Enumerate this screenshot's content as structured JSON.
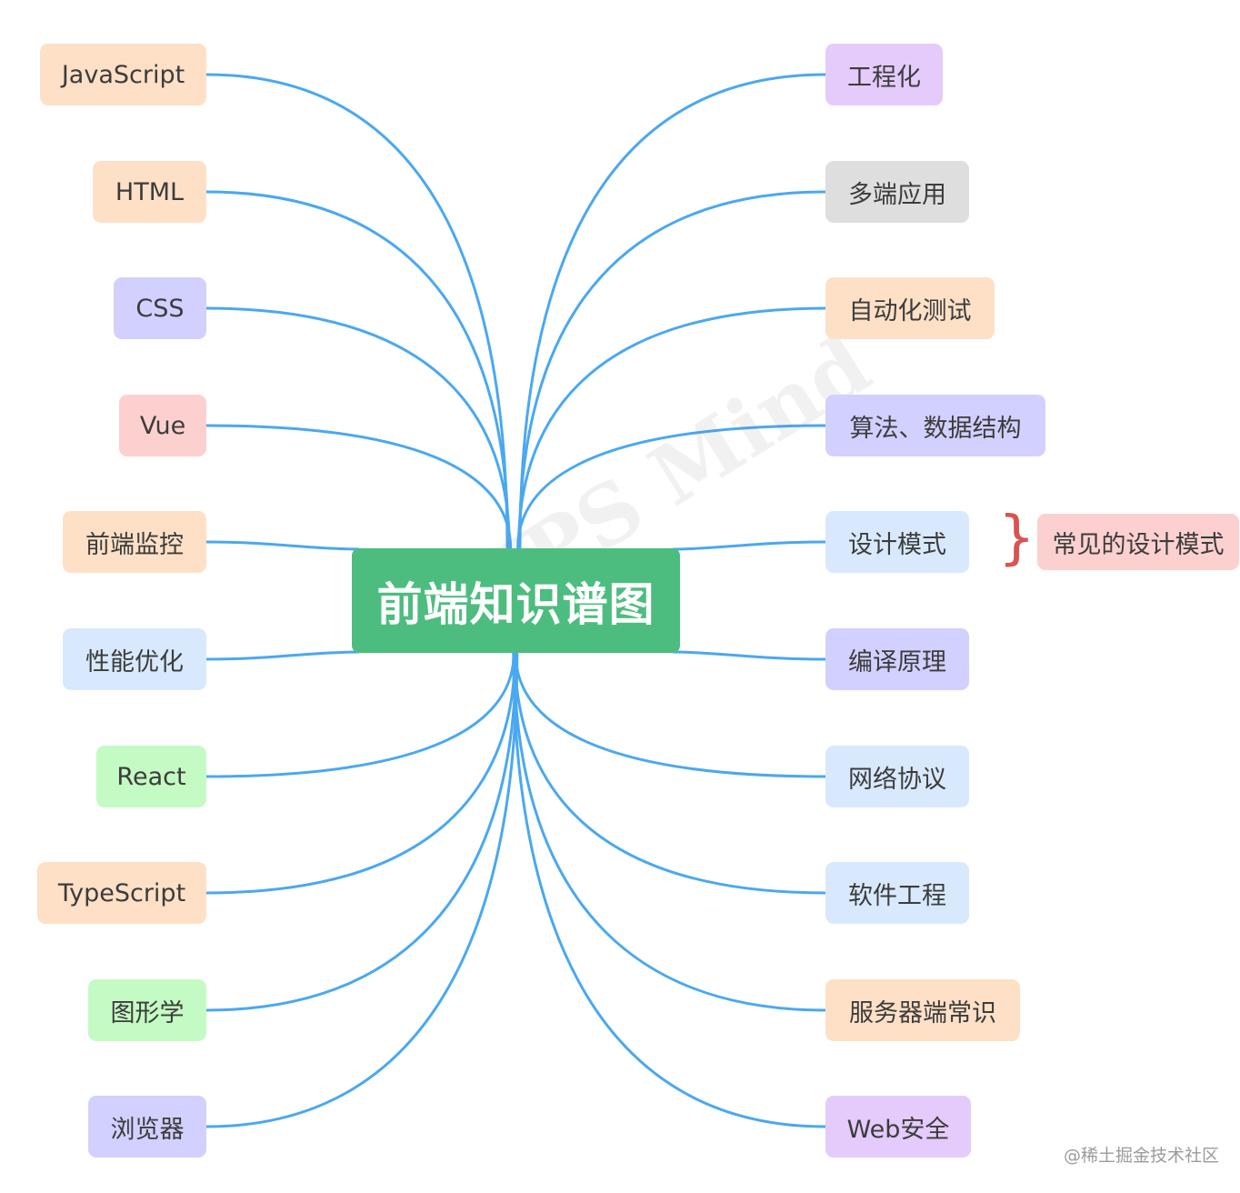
{
  "center": {
    "label": "前端知识谱图"
  },
  "watermark": {
    "text": "WPS Mind"
  },
  "colors": {
    "line": "#4aa8f0",
    "orange": "#fde0c6",
    "purple": "#e4cbfb",
    "gray": "#dedede",
    "lavender": "#d2d0ff",
    "pink": "#fdd0d0",
    "blue": "#d8e9fd",
    "green": "#c4fac3",
    "center": "#4dbd7f"
  },
  "left_nodes": [
    {
      "label": "JavaScript",
      "color": "orange"
    },
    {
      "label": "HTML",
      "color": "orange"
    },
    {
      "label": "CSS",
      "color": "lavender"
    },
    {
      "label": "Vue",
      "color": "pink"
    },
    {
      "label": "前端监控",
      "color": "orange"
    },
    {
      "label": "性能优化",
      "color": "blue"
    },
    {
      "label": "React",
      "color": "green"
    },
    {
      "label": "TypeScript",
      "color": "orange"
    },
    {
      "label": "图形学",
      "color": "green"
    },
    {
      "label": "浏览器",
      "color": "lavender"
    }
  ],
  "right_nodes": [
    {
      "label": "工程化",
      "color": "purple"
    },
    {
      "label": "多端应用",
      "color": "gray"
    },
    {
      "label": "自动化测试",
      "color": "orange"
    },
    {
      "label": "算法、数据结构",
      "color": "lavender"
    },
    {
      "label": "设计模式",
      "color": "blue"
    },
    {
      "label": "编译原理",
      "color": "lavender"
    },
    {
      "label": "网络协议",
      "color": "blue"
    },
    {
      "label": "软件工程",
      "color": "blue"
    },
    {
      "label": "服务器端常识",
      "color": "orange"
    },
    {
      "label": "Web安全",
      "color": "purple"
    }
  ],
  "summary": {
    "label": "常见的设计模式",
    "color": "pink"
  },
  "footer": {
    "credit": "@稀土掘金技术社区"
  }
}
